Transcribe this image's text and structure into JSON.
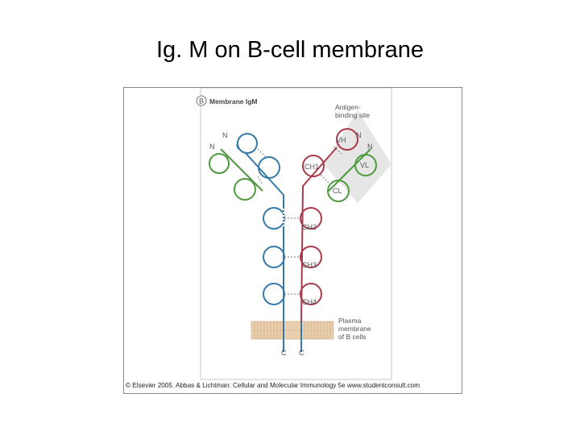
{
  "slide": {
    "title": "Ig. M on B-cell membrane"
  },
  "figure": {
    "panel_letter": "B",
    "panel_title": "Membrane IgM",
    "antigen_site_line1": "Antigen-",
    "antigen_site_line2": "binding site",
    "n_terminus": "N",
    "c_terminus": "C",
    "domain_vh": "VH",
    "domain_vl": "VL",
    "domain_ch1": "CH1",
    "domain_cl": "CL",
    "domain_ch2": "CH2",
    "domain_ch3": "CH3",
    "domain_ch4": "CH4",
    "membrane_line1": "Plasma",
    "membrane_line2": "membrane",
    "membrane_line3": "of B cells",
    "credit": "© Elsevier 2005. Abbas & Lichtman: Cellular and Molecular Immunology 5e www.studentconsult.com",
    "colors": {
      "heavy_chain_left": "#3579a8",
      "heavy_chain_right": "#a83a4a",
      "light_chain": "#4e9a3f",
      "membrane": "#e9cfae"
    }
  }
}
